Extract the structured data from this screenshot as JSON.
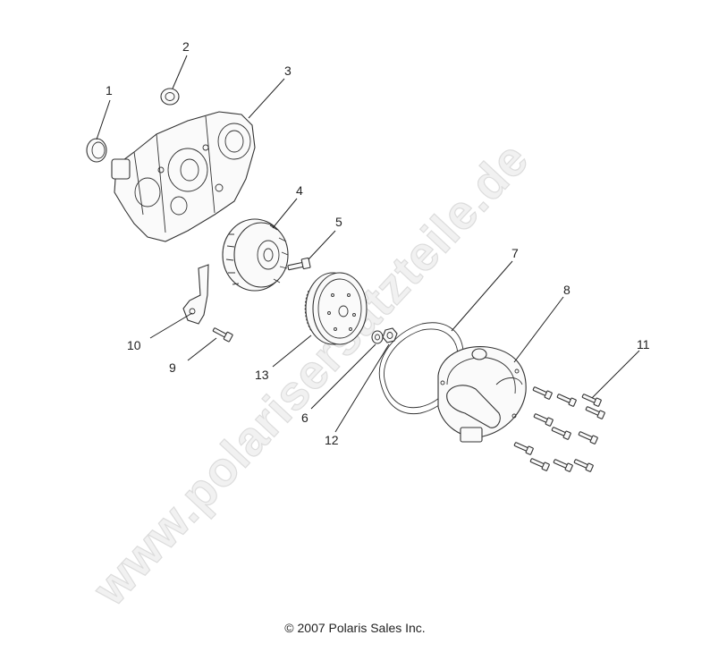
{
  "watermark": "www.polarisersatzteile.de",
  "copyright": "© 2007 Polaris Sales Inc.",
  "callouts": [
    "1",
    "2",
    "3",
    "4",
    "5",
    "6",
    "7",
    "8",
    "9",
    "10",
    "11",
    "12",
    "13"
  ]
}
